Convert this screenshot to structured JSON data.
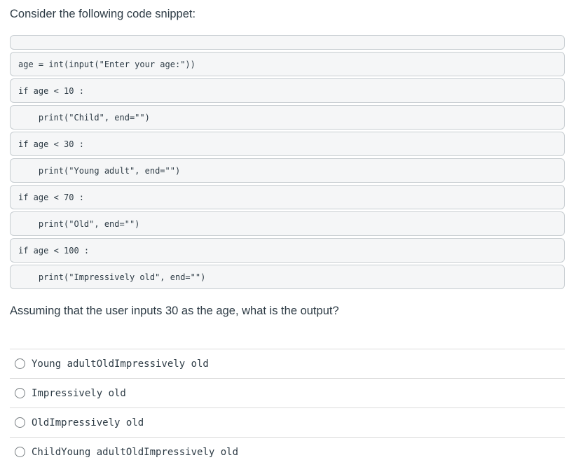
{
  "question": {
    "intro": "Consider the following code snippet:",
    "prompt": "Assuming that the user inputs 30 as the age, what is the output?"
  },
  "code": {
    "lines": [
      "",
      "age = int(input(\"Enter your age:\"))",
      "if age < 10 :",
      "    print(\"Child\", end=\"\")",
      "if age < 30 :",
      "    print(\"Young adult\", end=\"\")",
      "if age < 70 :",
      "    print(\"Old\", end=\"\")",
      "if age < 100 :",
      "    print(\"Impressively old\", end=\"\")"
    ]
  },
  "answers": {
    "options": [
      {
        "label": "Young adultOldImpressively old",
        "selected": false
      },
      {
        "label": "Impressively old",
        "selected": false
      },
      {
        "label": "OldImpressively old",
        "selected": false
      },
      {
        "label": "ChildYoung adultOldImpressively old",
        "selected": false
      }
    ]
  },
  "colors": {
    "text": "#2d3b45",
    "code_box_background": "#f5f6f7",
    "code_box_border": "#c7cdd1",
    "divider": "#dcdcdc",
    "radio_border": "#777d81",
    "page_background": "#ffffff"
  }
}
